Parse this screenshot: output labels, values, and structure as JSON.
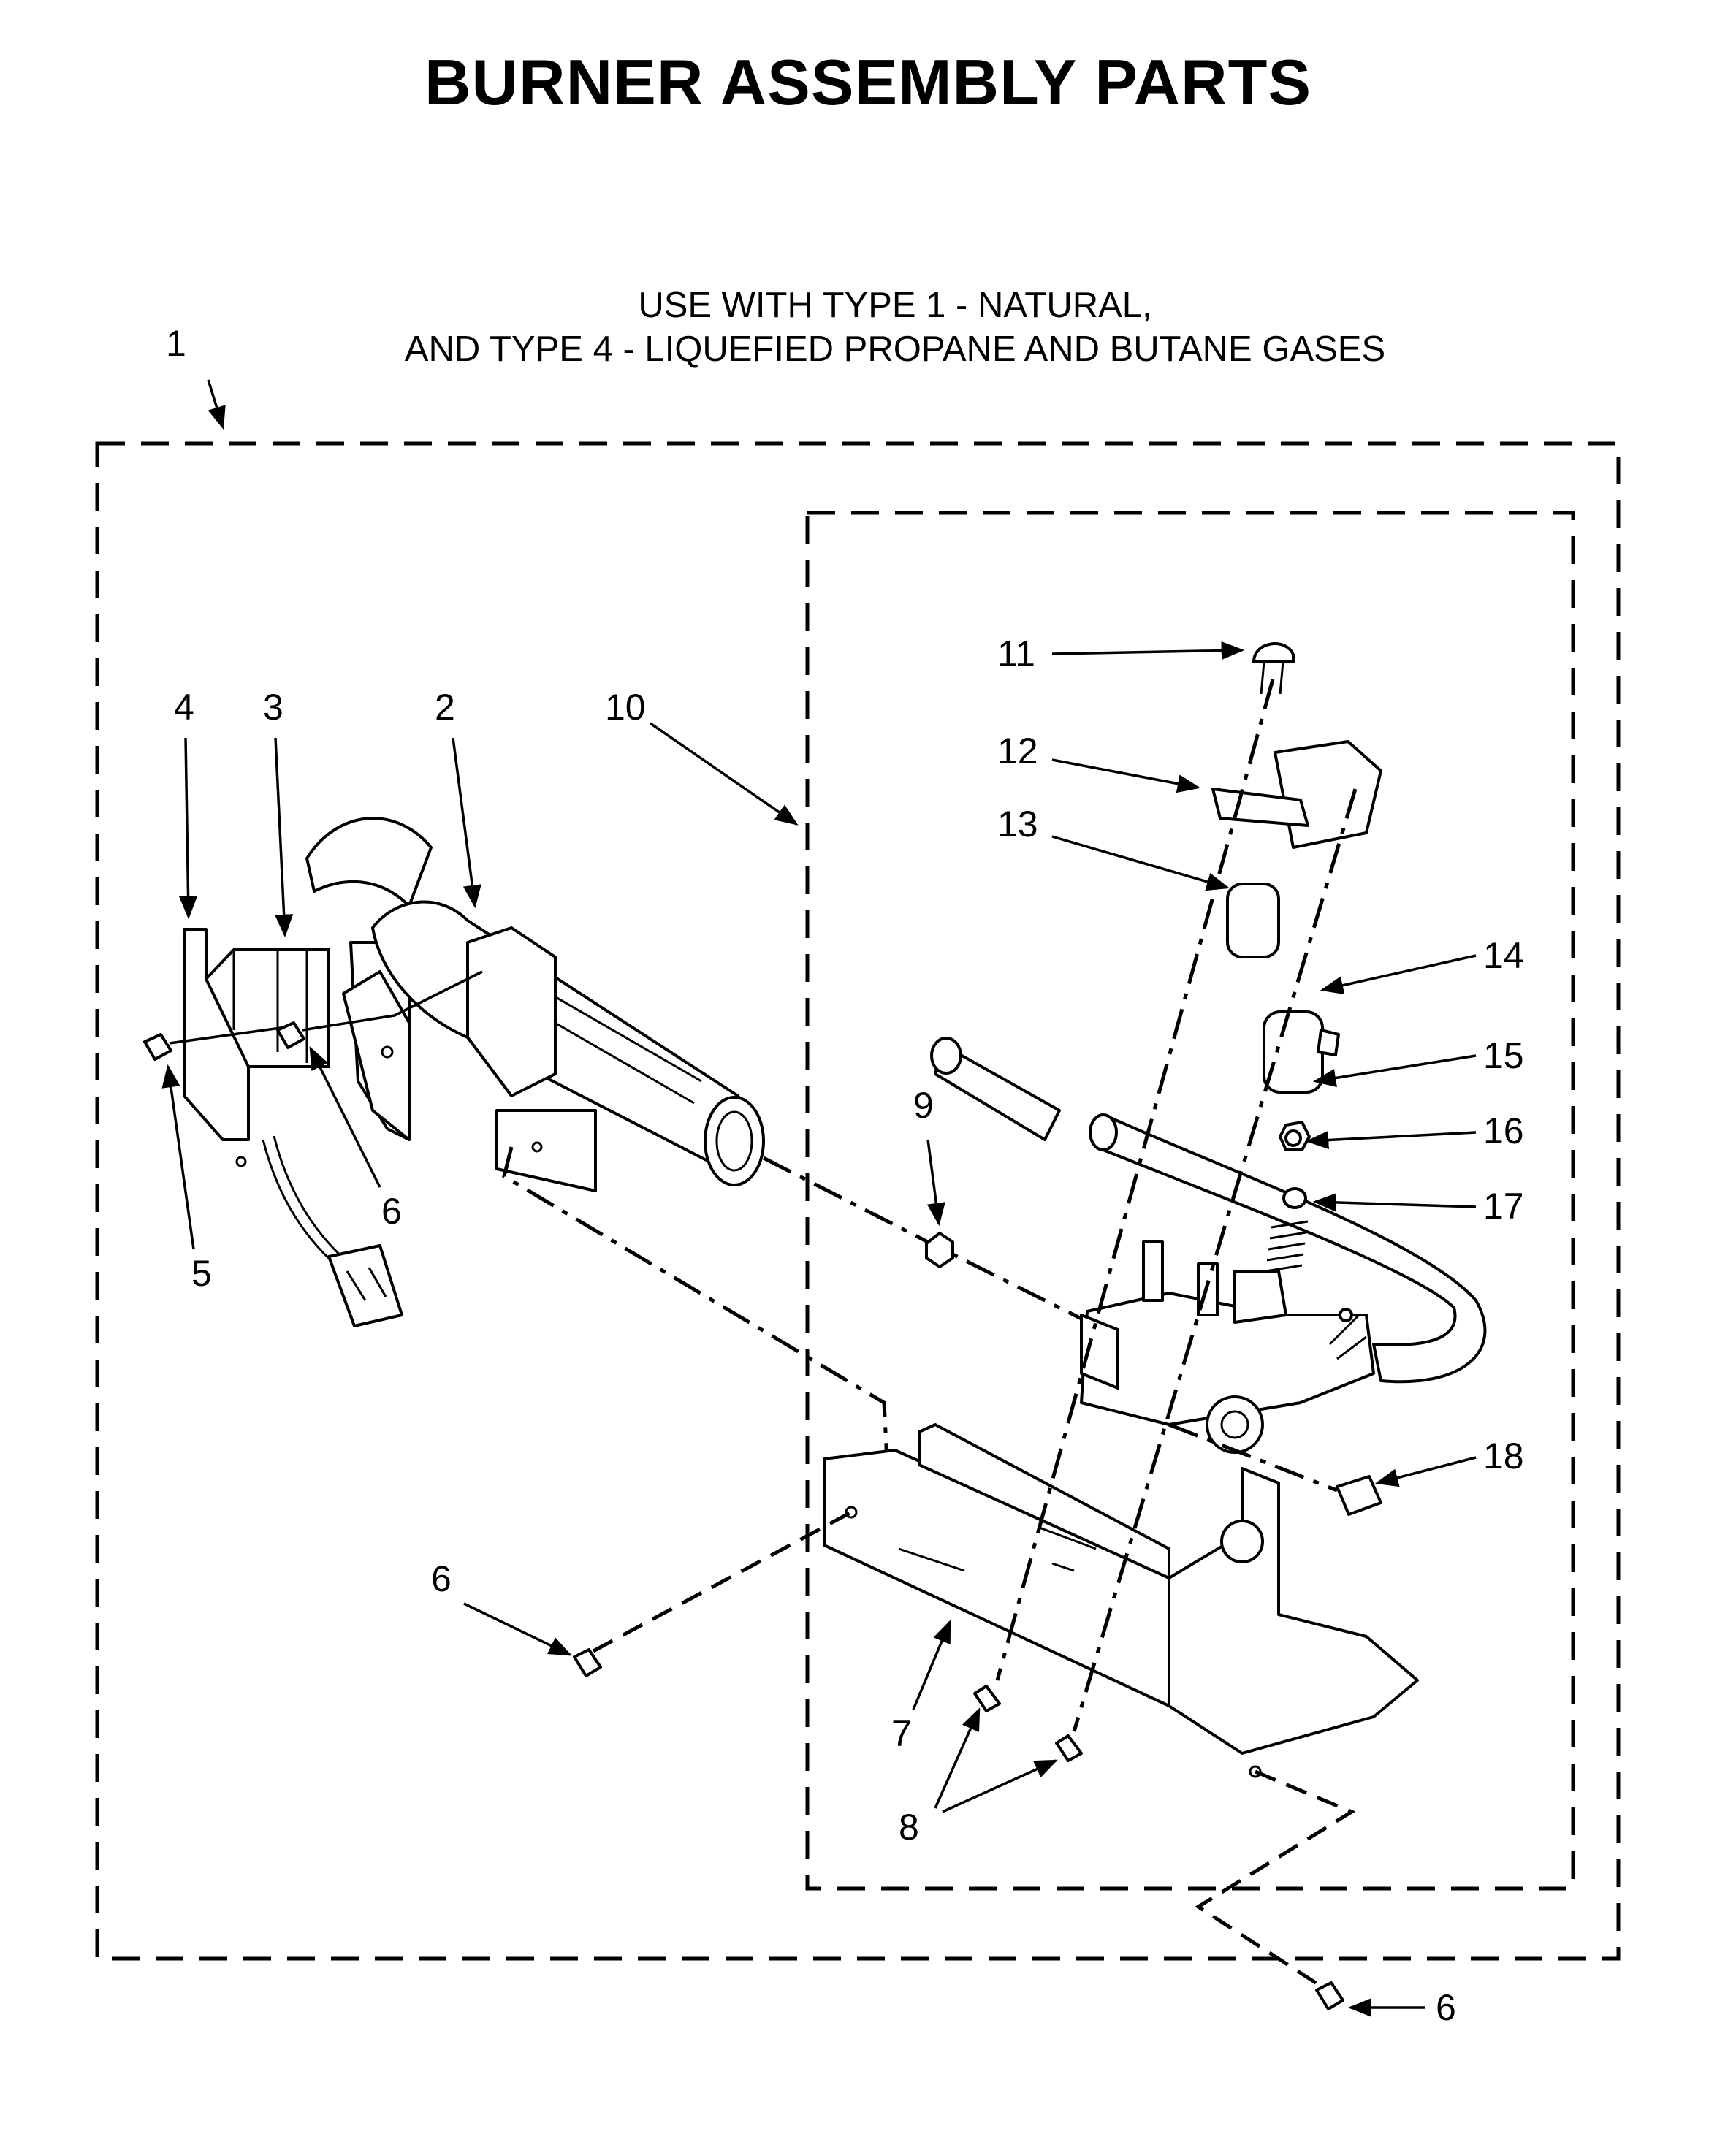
{
  "title": "BURNER ASSEMBLY PARTS",
  "subtitle_line1": "USE WITH TYPE 1 - NATURAL,",
  "subtitle_line2": "AND TYPE 4 - LIQUEFIED PROPANE AND BUTANE GASES",
  "callouts": [
    {
      "id": "c1",
      "label": "1"
    },
    {
      "id": "c2",
      "label": "2"
    },
    {
      "id": "c3",
      "label": "3"
    },
    {
      "id": "c4",
      "label": "4"
    },
    {
      "id": "c5",
      "label": "5"
    },
    {
      "id": "c6a",
      "label": "6"
    },
    {
      "id": "c6b",
      "label": "6"
    },
    {
      "id": "c6c",
      "label": "6"
    },
    {
      "id": "c7",
      "label": "7"
    },
    {
      "id": "c8",
      "label": "8"
    },
    {
      "id": "c9",
      "label": "9"
    },
    {
      "id": "c10",
      "label": "10"
    },
    {
      "id": "c11",
      "label": "11"
    },
    {
      "id": "c12",
      "label": "12"
    },
    {
      "id": "c13",
      "label": "13"
    },
    {
      "id": "c14",
      "label": "14"
    },
    {
      "id": "c15",
      "label": "15"
    },
    {
      "id": "c16",
      "label": "16"
    },
    {
      "id": "c17",
      "label": "17"
    },
    {
      "id": "c18",
      "label": "18"
    }
  ]
}
